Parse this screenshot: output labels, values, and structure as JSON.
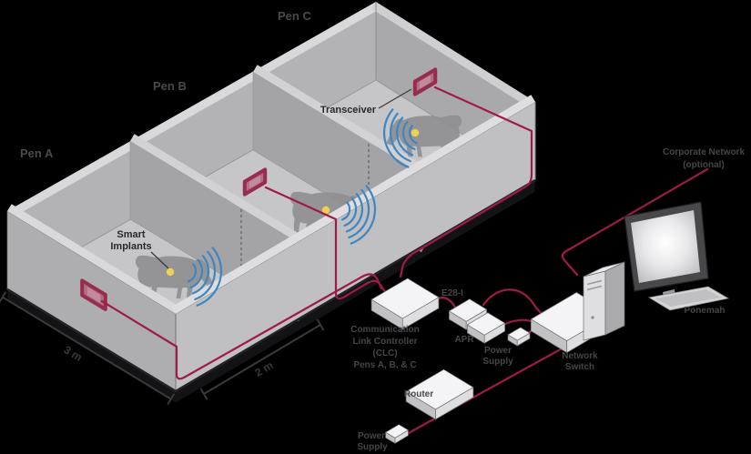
{
  "pens": {
    "a": "Pen A",
    "b": "Pen B",
    "c": "Pen C"
  },
  "labels": {
    "transceiver": "Transceiver",
    "smart_implants_1": "Smart",
    "smart_implants_2": "Implants",
    "dim_long": "3 m",
    "dim_short": "2 m"
  },
  "equipment": {
    "clc_1": "Communication",
    "clc_2": "Link Controller",
    "clc_3": "(CLC)",
    "clc_4": "Pens A, B, & C",
    "e2s": "E28-I",
    "apr": "APR",
    "ps1_1": "Power",
    "ps1_2": "Supply",
    "switch_1": "Network",
    "switch_2": "Switch",
    "router": "Router",
    "ps2_1": "Power",
    "ps2_2": "Supply",
    "workstation": "Ponemah",
    "corp_1": "Corporate Network",
    "corp_2": "(optional)"
  },
  "colors": {
    "wire": "#9e1b47",
    "signal": "#3d86c1",
    "implant": "#f0d052",
    "transceiver_edge": "#972c4e",
    "transceiver_fill": "#b26e83"
  }
}
